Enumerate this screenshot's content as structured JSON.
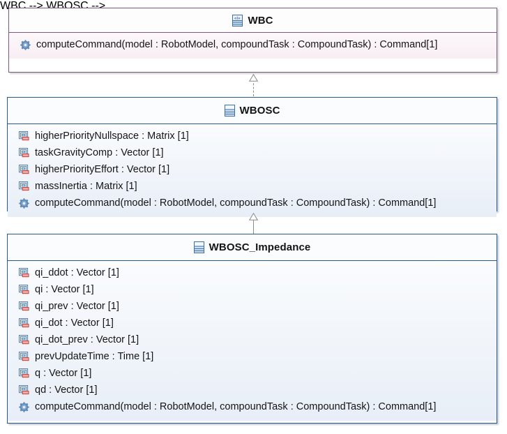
{
  "diagram": {
    "type": "uml-class-diagram",
    "background": "#ffffff",
    "method_signature": "computeCommand(model : RobotModel, compoundTask : CompoundTask) : Command[1]",
    "classes": [
      {
        "id": "wbc",
        "name": "WBC",
        "stereotype": "interface",
        "icon": "interface-icon",
        "border_color": "#7a5a7e",
        "fill_color": "#f7eef4",
        "attributes": [],
        "operations": [
          {
            "icon": "operation-gear-icon",
            "label": "computeCommand(model : RobotModel, compoundTask : CompoundTask) : Command[1]"
          }
        ]
      },
      {
        "id": "wbosc",
        "name": "WBOSC",
        "stereotype": "class",
        "icon": "class-icon",
        "border_color": "#26598c",
        "fill_color": "#e8eef7",
        "attributes": [
          {
            "icon": "attribute-private-icon",
            "label": "higherPriorityNullspace : Matrix [1]"
          },
          {
            "icon": "attribute-private-icon",
            "label": "taskGravityComp : Vector [1]"
          },
          {
            "icon": "attribute-private-icon",
            "label": "higherPriorityEffort : Vector [1]"
          },
          {
            "icon": "attribute-private-icon",
            "label": "massInertia : Matrix [1]"
          }
        ],
        "operations": [
          {
            "icon": "operation-gear-icon",
            "label": "computeCommand(model : RobotModel, compoundTask : CompoundTask) : Command[1]"
          }
        ]
      },
      {
        "id": "wbosc_impedance",
        "name": "WBOSC_Impedance",
        "stereotype": "class",
        "icon": "class-icon",
        "border_color": "#26598c",
        "fill_color": "#e8eef7",
        "attributes": [
          {
            "icon": "attribute-private-icon",
            "label": "qi_ddot : Vector [1]"
          },
          {
            "icon": "attribute-private-icon",
            "label": "qi : Vector [1]"
          },
          {
            "icon": "attribute-private-icon",
            "label": "qi_prev : Vector [1]"
          },
          {
            "icon": "attribute-private-icon",
            "label": "qi_dot : Vector [1]"
          },
          {
            "icon": "attribute-private-icon",
            "label": "qi_dot_prev : Vector [1]"
          },
          {
            "icon": "attribute-private-icon",
            "label": "prevUpdateTime : Time [1]"
          },
          {
            "icon": "attribute-private-icon",
            "label": "q : Vector [1]"
          },
          {
            "icon": "attribute-private-icon",
            "label": "qd : Vector [1]"
          }
        ],
        "operations": [
          {
            "icon": "operation-gear-icon",
            "label": "computeCommand(model : RobotModel, compoundTask : CompoundTask) : Command[1]"
          }
        ]
      }
    ],
    "relationships": [
      {
        "id": "realization",
        "kind": "realization",
        "line_style": "dashed",
        "arrow": "hollow-triangle",
        "from": "WBOSC",
        "to": "WBC"
      },
      {
        "id": "generalization",
        "kind": "generalization",
        "line_style": "solid",
        "arrow": "hollow-triangle",
        "from": "WBOSC_Impedance",
        "to": "WBOSC"
      }
    ]
  }
}
